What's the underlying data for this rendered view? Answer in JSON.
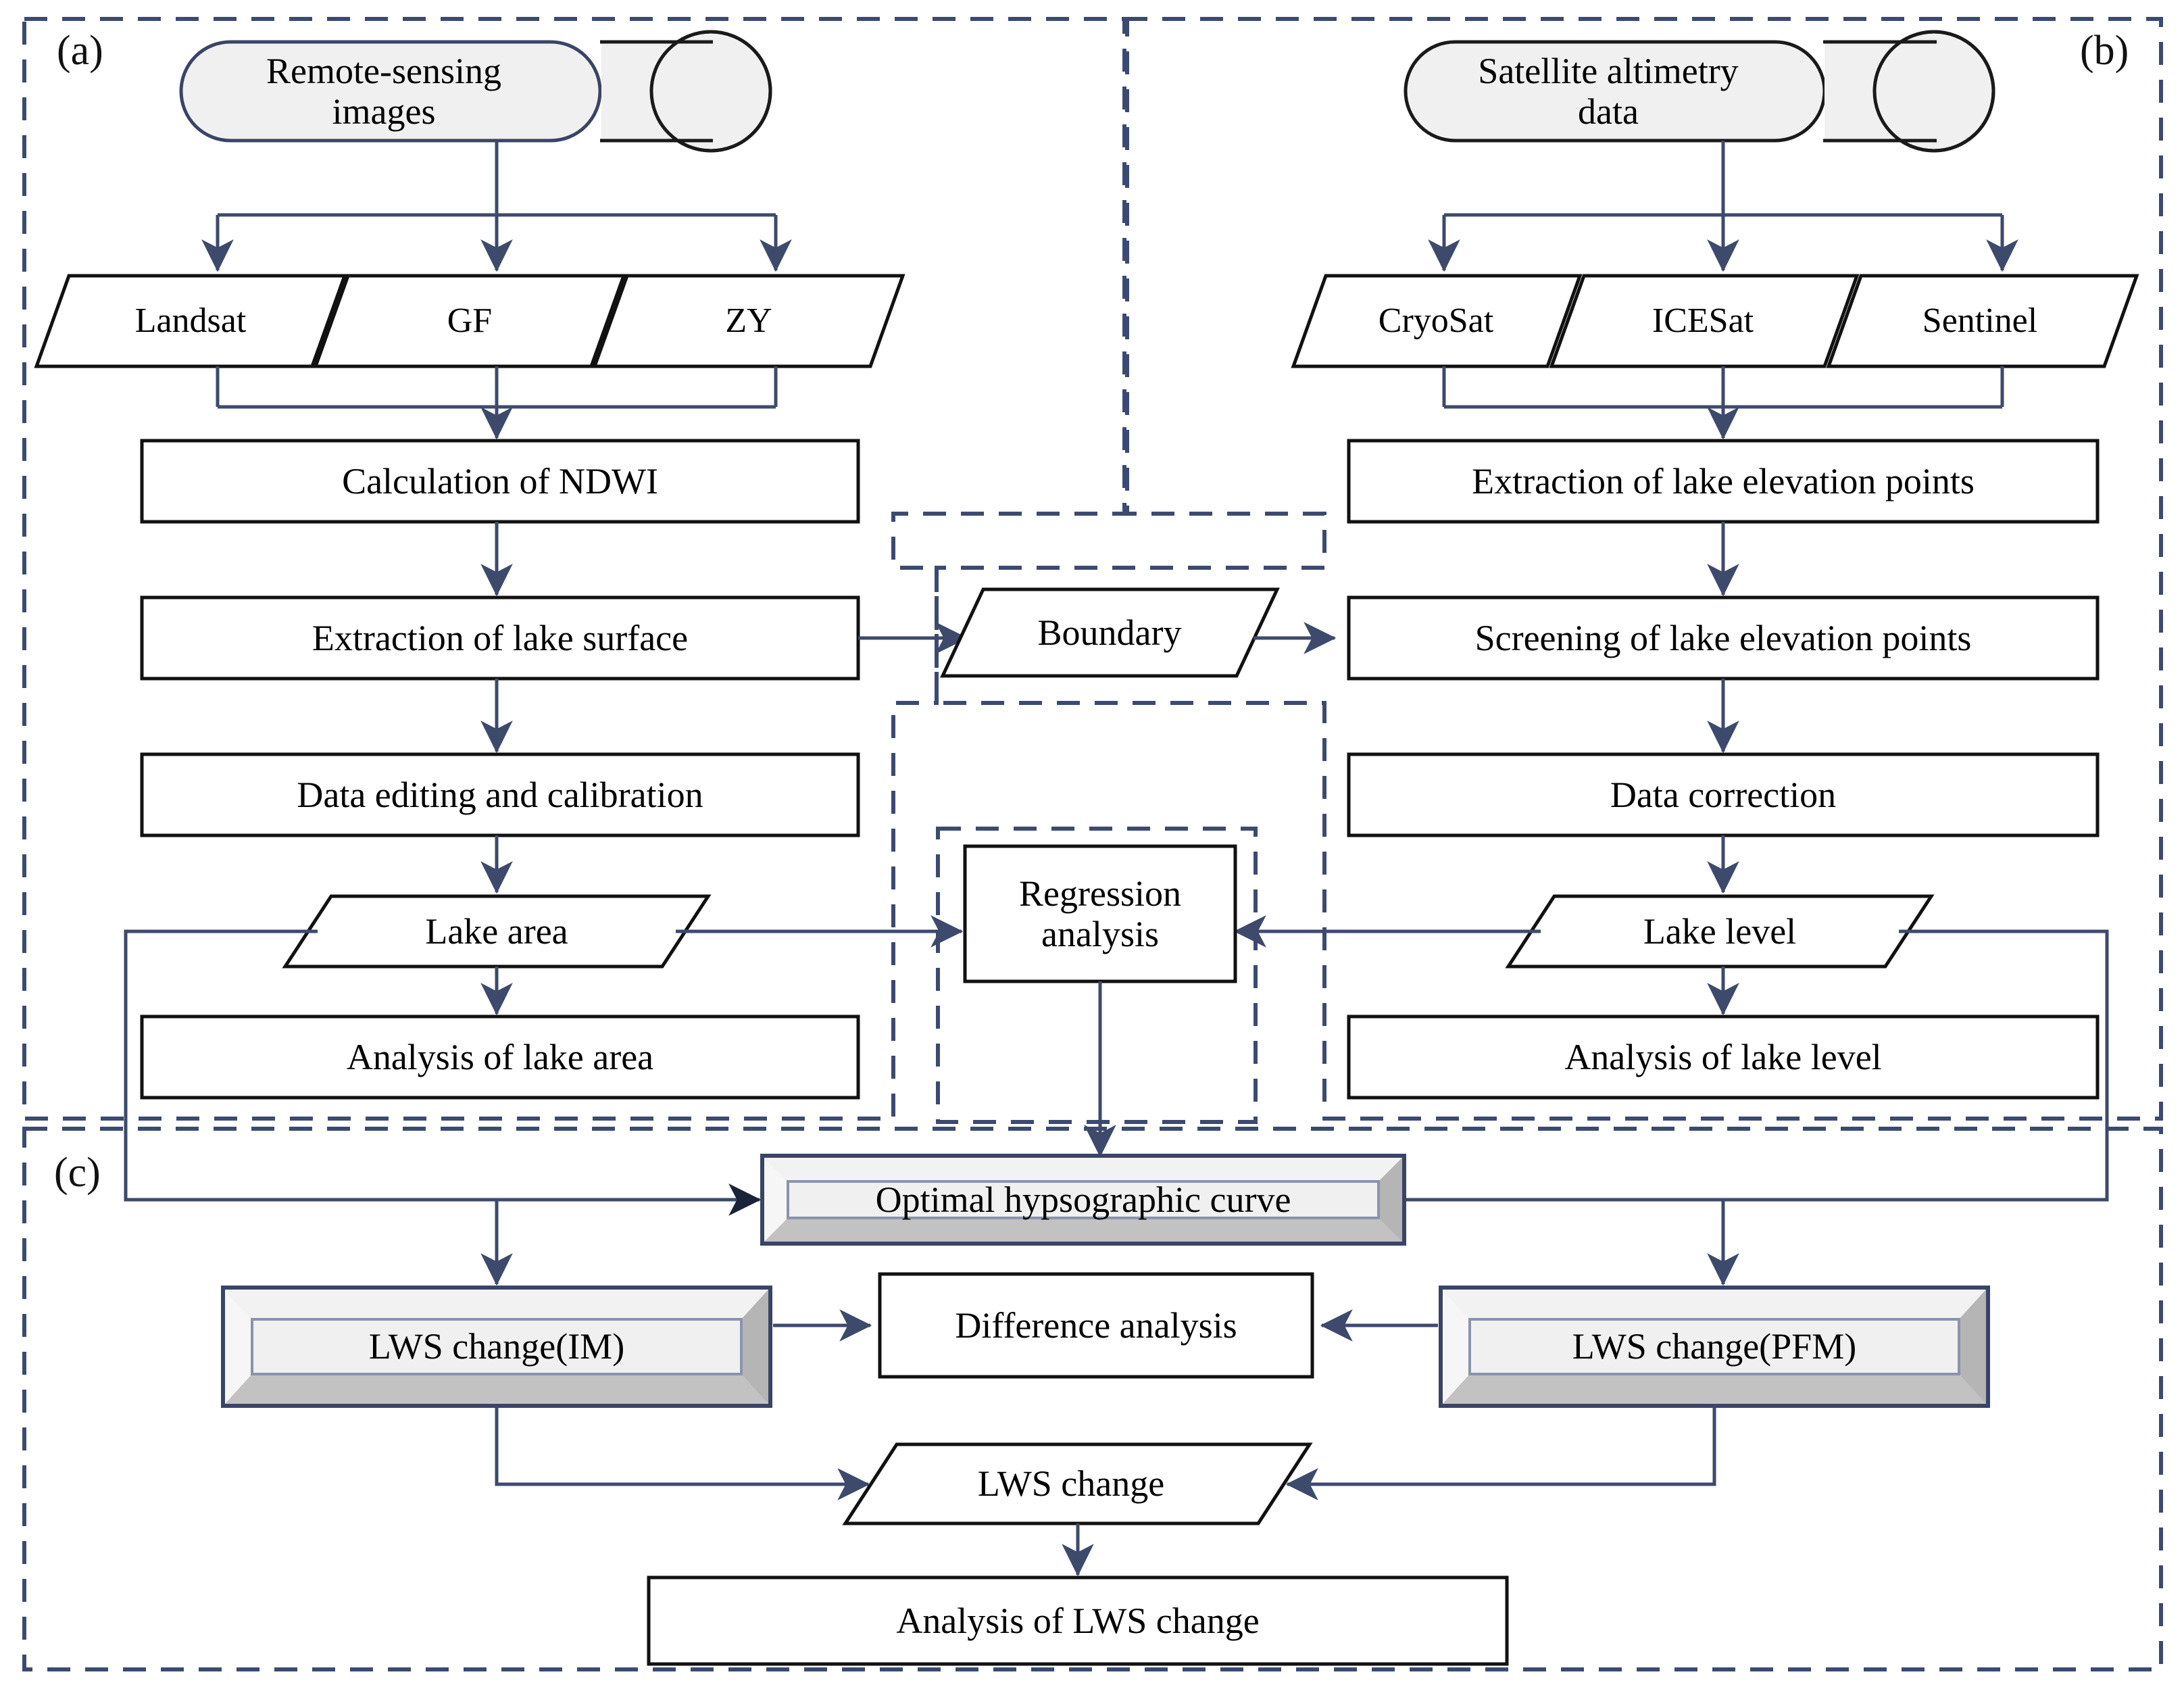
{
  "figure": {
    "type": "flowchart",
    "background": "#ffffff",
    "colors": {
      "dashed_panel_border": "#3c4a72",
      "connector_line": "#3d4a6b",
      "box_border": "#111111",
      "bevel_outer": "#3a4466",
      "bevel_light": "#f0f0f0",
      "bevel_shadow": "#a8a8a8",
      "terminator_fill": "#f0f0f0",
      "text": "#000000"
    }
  },
  "panels": [
    {
      "id": "a",
      "tag": "(a)"
    },
    {
      "id": "b",
      "tag": "(b)"
    },
    {
      "id": "c",
      "tag": "(c)"
    }
  ],
  "nodes": {
    "remote_sensing_images": {
      "label": "Remote-sensing\nimages",
      "shape": "terminator"
    },
    "satellite_altimetry_data": {
      "label": "Satellite altimetry\ndata",
      "shape": "terminator"
    },
    "landsat": {
      "label": "Landsat",
      "shape": "parallelogram"
    },
    "gf": {
      "label": "GF",
      "shape": "parallelogram"
    },
    "zy": {
      "label": "ZY",
      "shape": "parallelogram"
    },
    "cryosat": {
      "label": "CryoSat",
      "shape": "parallelogram"
    },
    "icesat": {
      "label": "ICESat",
      "shape": "parallelogram"
    },
    "sentinel": {
      "label": "Sentinel",
      "shape": "parallelogram"
    },
    "calculation_of_ndwi": {
      "label": "Calculation of NDWI",
      "shape": "process"
    },
    "extraction_of_lake_surface": {
      "label": "Extraction of lake surface",
      "shape": "process"
    },
    "data_editing_and_calibration": {
      "label": "Data editing and calibration",
      "shape": "process"
    },
    "lake_area": {
      "label": "Lake area",
      "shape": "parallelogram"
    },
    "analysis_of_lake_area": {
      "label": "Analysis of lake area",
      "shape": "process"
    },
    "extraction_of_lake_elevation_points": {
      "label": "Extraction of lake elevation points",
      "shape": "process"
    },
    "screening_of_lake_elevation_points": {
      "label": "Screening  of lake elevation points",
      "shape": "process"
    },
    "data_correction": {
      "label": "Data correction",
      "shape": "process"
    },
    "lake_level": {
      "label": "Lake level",
      "shape": "parallelogram"
    },
    "analysis_of_lake_level": {
      "label": "Analysis  of lake level",
      "shape": "process"
    },
    "boundary": {
      "label": "Boundary",
      "shape": "parallelogram"
    },
    "regression_analysis": {
      "label": "Regression\nanalysis",
      "shape": "process"
    },
    "optimal_hypsographic_curve": {
      "label": "Optimal hypsographic  curve",
      "shape": "bevel"
    },
    "lws_change_im": {
      "label": "LWS change(IM)",
      "shape": "bevel"
    },
    "lws_change_pfm": {
      "label": "LWS  change(PFM)",
      "shape": "bevel"
    },
    "difference_analysis": {
      "label": "Difference  analysis",
      "shape": "process"
    },
    "lws_change": {
      "label": "LWS  change",
      "shape": "parallelogram"
    },
    "analysis_of_lws_change": {
      "label": "Analysis of LWS change",
      "shape": "process"
    }
  },
  "edges": [
    {
      "from": "remote_sensing_images",
      "to": "landsat"
    },
    {
      "from": "remote_sensing_images",
      "to": "gf"
    },
    {
      "from": "remote_sensing_images",
      "to": "zy"
    },
    {
      "from": "landsat",
      "to": "calculation_of_ndwi"
    },
    {
      "from": "gf",
      "to": "calculation_of_ndwi"
    },
    {
      "from": "zy",
      "to": "calculation_of_ndwi"
    },
    {
      "from": "calculation_of_ndwi",
      "to": "extraction_of_lake_surface"
    },
    {
      "from": "extraction_of_lake_surface",
      "to": "data_editing_and_calibration"
    },
    {
      "from": "extraction_of_lake_surface",
      "to": "boundary"
    },
    {
      "from": "data_editing_and_calibration",
      "to": "lake_area"
    },
    {
      "from": "lake_area",
      "to": "analysis_of_lake_area"
    },
    {
      "from": "lake_area",
      "to": "regression_analysis"
    },
    {
      "from": "lake_area",
      "to": "optimal_hypsographic_curve"
    },
    {
      "from": "satellite_altimetry_data",
      "to": "cryosat"
    },
    {
      "from": "satellite_altimetry_data",
      "to": "icesat"
    },
    {
      "from": "satellite_altimetry_data",
      "to": "sentinel"
    },
    {
      "from": "cryosat",
      "to": "extraction_of_lake_elevation_points"
    },
    {
      "from": "icesat",
      "to": "extraction_of_lake_elevation_points"
    },
    {
      "from": "sentinel",
      "to": "extraction_of_lake_elevation_points"
    },
    {
      "from": "extraction_of_lake_elevation_points",
      "to": "screening_of_lake_elevation_points"
    },
    {
      "from": "boundary",
      "to": "screening_of_lake_elevation_points"
    },
    {
      "from": "screening_of_lake_elevation_points",
      "to": "data_correction"
    },
    {
      "from": "data_correction",
      "to": "lake_level"
    },
    {
      "from": "lake_level",
      "to": "analysis_of_lake_level"
    },
    {
      "from": "lake_level",
      "to": "regression_analysis"
    },
    {
      "from": "lake_level",
      "to": "optimal_hypsographic_curve"
    },
    {
      "from": "regression_analysis",
      "to": "optimal_hypsographic_curve"
    },
    {
      "from": "optimal_hypsographic_curve",
      "to": "lws_change_im"
    },
    {
      "from": "optimal_hypsographic_curve",
      "to": "lws_change_pfm"
    },
    {
      "from": "lws_change_im",
      "to": "difference_analysis"
    },
    {
      "from": "lws_change_pfm",
      "to": "difference_analysis"
    },
    {
      "from": "lws_change_im",
      "to": "lws_change"
    },
    {
      "from": "lws_change_pfm",
      "to": "lws_change"
    },
    {
      "from": "lws_change",
      "to": "analysis_of_lws_change"
    }
  ]
}
